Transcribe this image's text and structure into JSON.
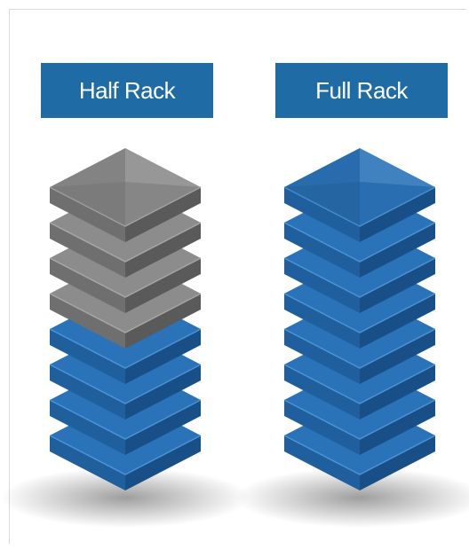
{
  "racks": [
    {
      "label": "Half Rack",
      "units": [
        "gray",
        "gray",
        "gray",
        "gray",
        "blue",
        "blue",
        "blue",
        "blue"
      ]
    },
    {
      "label": "Full Rack",
      "units": [
        "blue",
        "blue",
        "blue",
        "blue",
        "blue",
        "blue",
        "blue",
        "blue"
      ]
    }
  ],
  "colors": {
    "label_bg": "#1e6ba6",
    "blue": {
      "top": "#2b73b8",
      "left": "#1f5f9d",
      "right": "#184f87",
      "seam": "#4b93d4"
    },
    "gray": {
      "top": "#8c8c8c",
      "left": "#6f6f6f",
      "right": "#5a5a5a",
      "seam": "#a6a6a6"
    }
  }
}
